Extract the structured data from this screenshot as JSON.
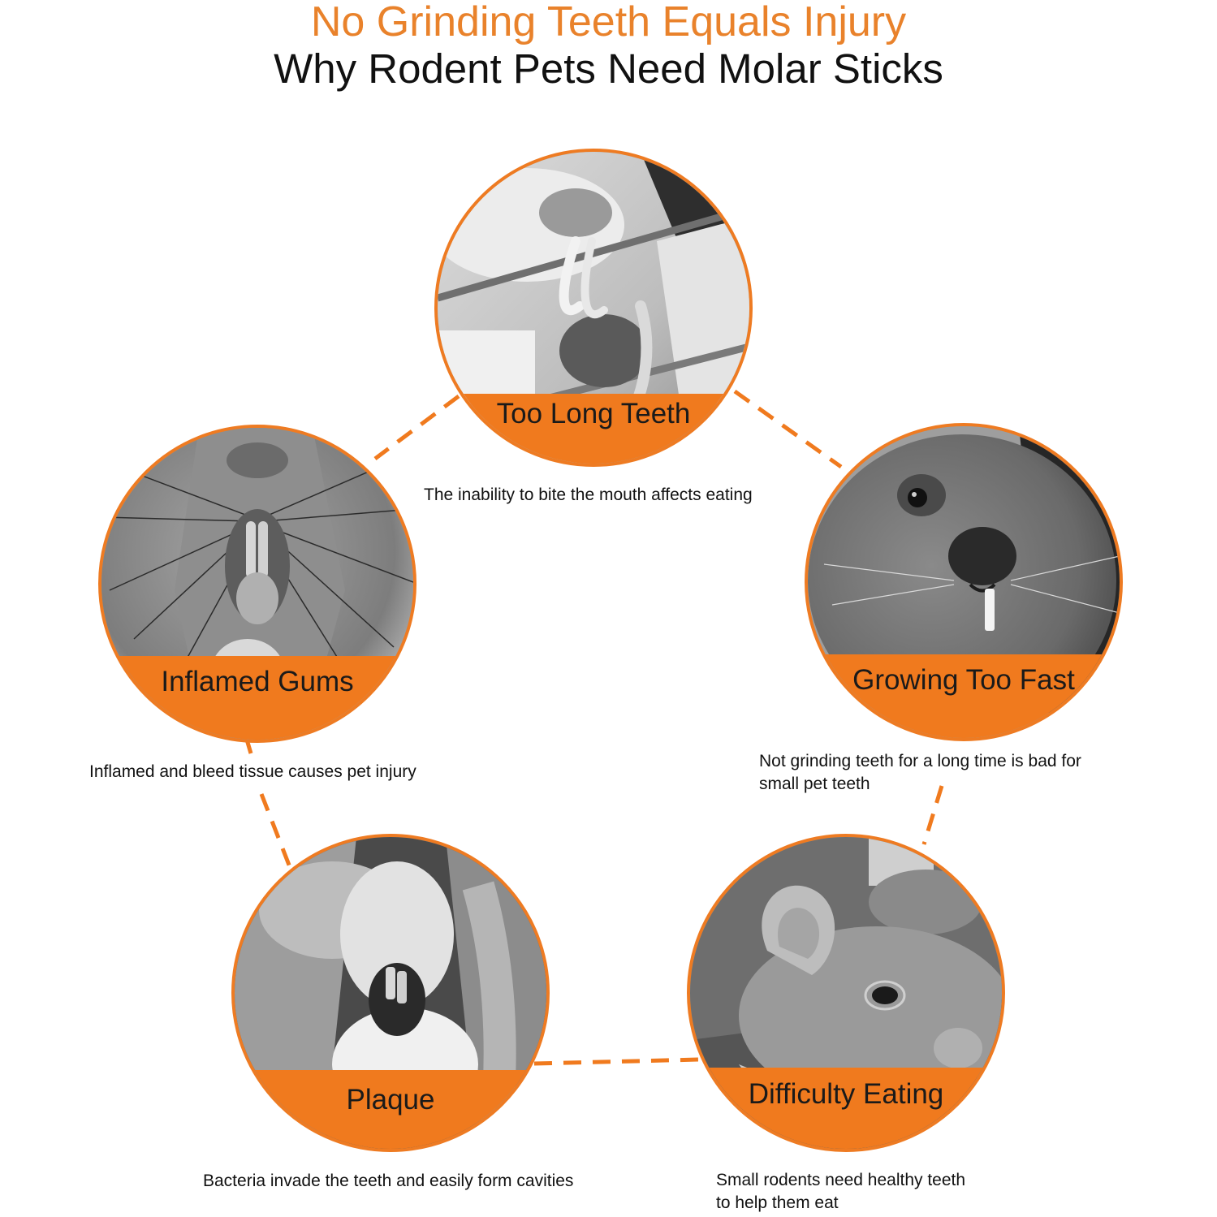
{
  "title": {
    "line1": "No Grinding Teeth Equals Injury",
    "line2": "Why Rodent Pets Need Molar Sticks"
  },
  "colors": {
    "accent": "#F07A1E",
    "title_accent": "#E9822B",
    "text": "#111111"
  },
  "items": [
    {
      "label": "Too Long Teeth",
      "caption": [
        "The inability to bite the mouth affects eating"
      ]
    },
    {
      "label": "Inflamed Gums",
      "caption": [
        "Inflamed and bleed tissue causes pet injury"
      ]
    },
    {
      "label": "Growing Too Fast",
      "caption": [
        "Not grinding teeth for a long time is bad for",
        "small pet teeth"
      ]
    },
    {
      "label": "Plaque",
      "caption": [
        "Bacteria invade the teeth and easily form cavities"
      ]
    },
    {
      "label": "Difficulty Eating",
      "caption": [
        "Small rodents need healthy teeth",
        "to help them eat"
      ]
    }
  ]
}
